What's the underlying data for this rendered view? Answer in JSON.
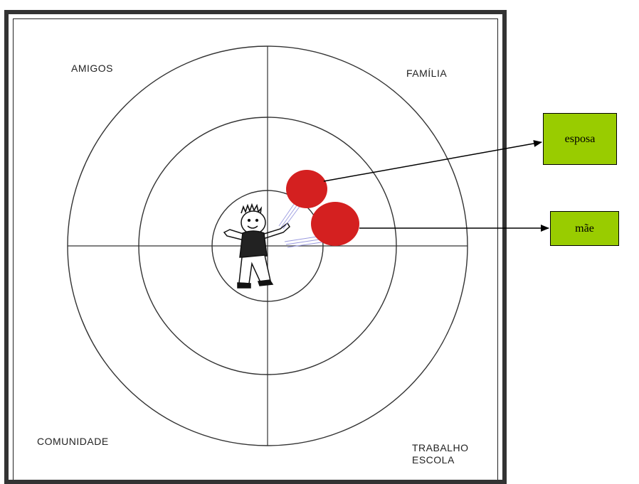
{
  "diagram": {
    "quadrants": {
      "top_left": "AMIGOS",
      "top_right": "FAMÍLIA",
      "bottom_left": "COMUNIDADE",
      "bottom_right_line1": "TRABALHO",
      "bottom_right_line2": "ESCOLA"
    },
    "callouts": {
      "esposa": "esposa",
      "mae": "mãe"
    },
    "colors": {
      "callout_fill": "#99cc00",
      "marker_red": "#d42020",
      "frame": "#333333"
    }
  }
}
